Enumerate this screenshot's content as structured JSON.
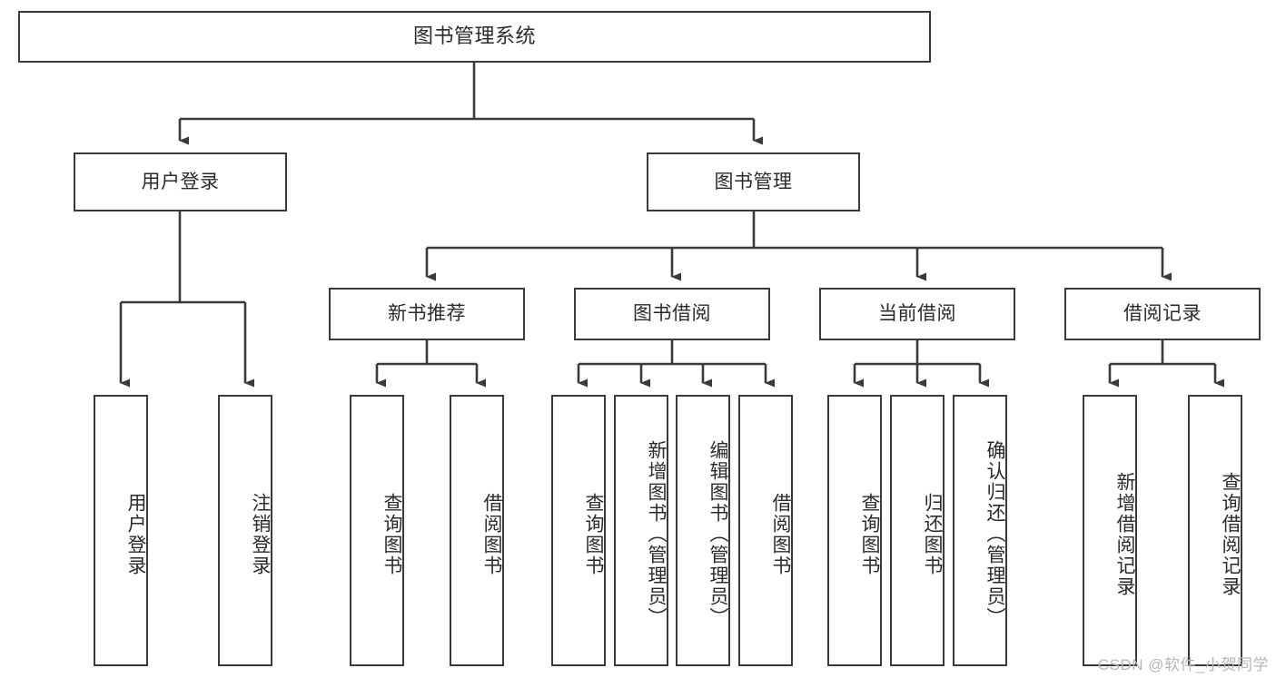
{
  "diagram": {
    "title": "图书管理系统",
    "type": "tree-hierarchy",
    "colors": {
      "background": "#ffffff",
      "box_border": "#3a3a3a",
      "box_fill": "#ffffff",
      "text": "#2b2b2b",
      "connector": "#3a3a3a",
      "watermark": "#b7b7b7"
    },
    "root": {
      "label": "图书管理系统"
    },
    "level2": [
      {
        "label": "用户登录"
      },
      {
        "label": "图书管理"
      }
    ],
    "level3": [
      {
        "label": "新书推荐"
      },
      {
        "label": "图书借阅"
      },
      {
        "label": "当前借阅"
      },
      {
        "label": "借阅记录"
      }
    ],
    "leaves": {
      "user_login": [
        {
          "label": "用户登录"
        },
        {
          "label": "注销登录"
        }
      ],
      "new_book": [
        {
          "label": "查询图书"
        },
        {
          "label": "借阅图书"
        }
      ],
      "book_borrow": [
        {
          "label": "查询图书"
        },
        {
          "label": "新增图书（管理员）"
        },
        {
          "label": "编辑图书（管理员）"
        },
        {
          "label": "借阅图书"
        }
      ],
      "current_borrow": [
        {
          "label": "查询图书"
        },
        {
          "label": "归还图书"
        },
        {
          "label": "确认归还（管理员）"
        }
      ],
      "borrow_record": [
        {
          "label": "新增借阅记录"
        },
        {
          "label": "查询借阅记录"
        }
      ]
    }
  },
  "watermark": {
    "text": "CSDN @软件_小贺同学"
  }
}
